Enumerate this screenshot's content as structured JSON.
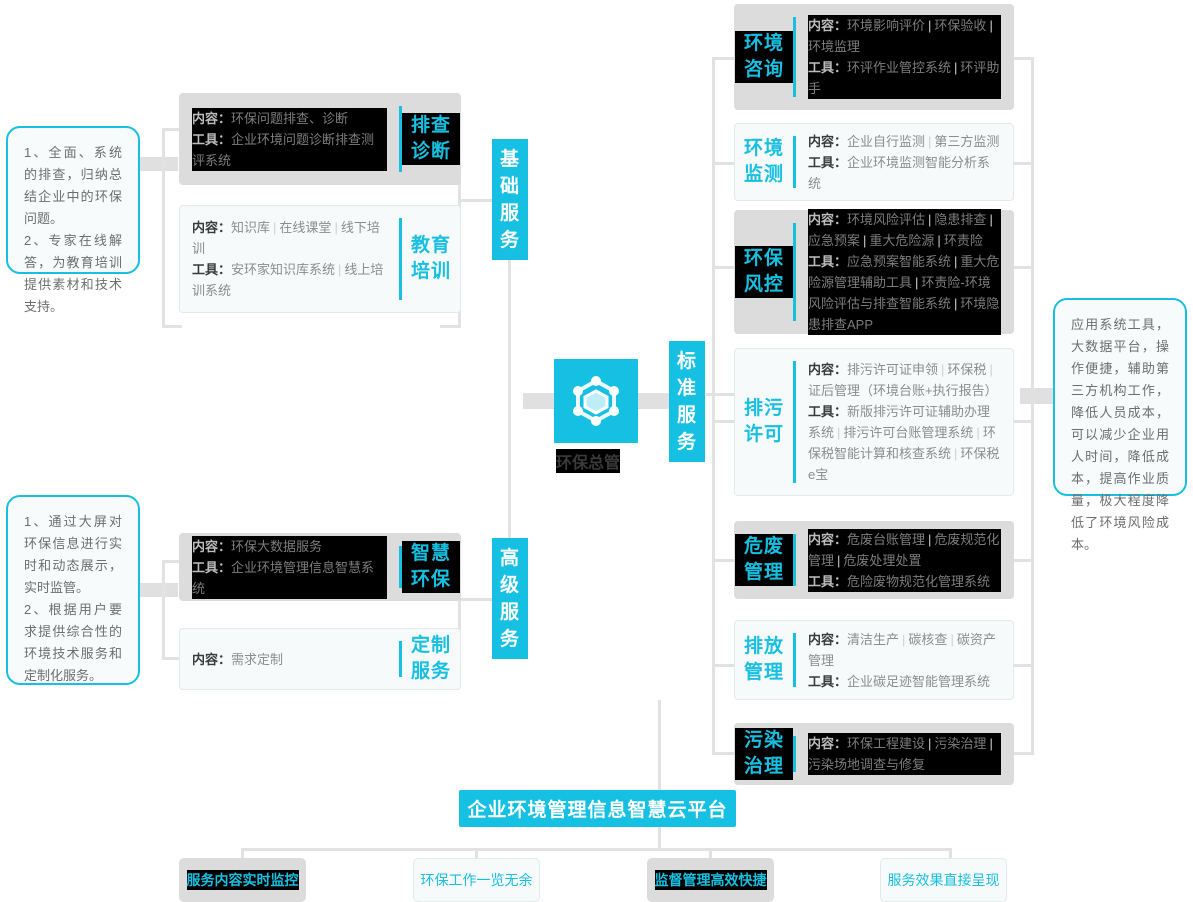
{
  "hub": {
    "icon": "hexagon-network-icon",
    "label": "环保总管",
    "accent": "#16c0e2"
  },
  "pillars": {
    "basic": "基础服务",
    "standard": "标准服务",
    "advanced": "高级服务"
  },
  "callouts": {
    "left_top": "1、全面、系统的排查，归纳总结企业中的环保问题。\n2、专家在线解答，为教育培训提供素材和技术支持。",
    "left_bottom": "1、通过大屏对环保信息进行实时和动态展示，实时监管。\n2、根据用户要求提供综合性的环境技术服务和定制化服务。",
    "right": "应用系统工具，大数据平台，操作便捷，辅助第三方机构工作，降低人员成本，可以减少企业用人时间，降低成本，提高作业质量，极大程度降低了环境风险成本。"
  },
  "left_cards": [
    {
      "label": "排查诊断",
      "selected": true,
      "lines": [
        {
          "key": "内容：",
          "items": [
            "环保问题排查、诊断"
          ]
        },
        {
          "key": "工具：",
          "items": [
            "企业环境问题诊断排查测评系统"
          ]
        }
      ]
    },
    {
      "label": "教育培训",
      "selected": false,
      "lines": [
        {
          "key": "内容：",
          "items": [
            "知识库",
            "在线课堂",
            "线下培训"
          ]
        },
        {
          "key": "工具：",
          "items": [
            "安环家知识库系统",
            "线上培训系统"
          ]
        }
      ]
    },
    {
      "label": "智慧环保",
      "selected": true,
      "lines": [
        {
          "key": "内容：",
          "items": [
            "环保大数据服务"
          ]
        },
        {
          "key": "工具：",
          "items": [
            "企业环境管理信息智慧系统"
          ]
        }
      ]
    },
    {
      "label": "定制服务",
      "selected": false,
      "lines": [
        {
          "key": "内容：",
          "items": [
            "需求定制"
          ]
        }
      ]
    }
  ],
  "right_cards": [
    {
      "label": "环境咨询",
      "selected": true,
      "lines": [
        {
          "key": "内容：",
          "items": [
            "环境影响评价",
            "环保验收",
            "环境监理"
          ]
        },
        {
          "key": "工具：",
          "items": [
            "环评作业管控系统",
            "环评助手"
          ]
        }
      ]
    },
    {
      "label": "环境监测",
      "selected": false,
      "lines": [
        {
          "key": "内容：",
          "items": [
            "企业自行监测",
            "第三方监测"
          ]
        },
        {
          "key": "工具：",
          "items": [
            "企业环境监测智能分析系统"
          ]
        }
      ]
    },
    {
      "label": "环保风控",
      "selected": true,
      "lines": [
        {
          "key": "内容：",
          "items": [
            "环境风险评估",
            "隐患排查",
            "应急预案",
            "重大危险源",
            "环责险"
          ]
        },
        {
          "key": "工具：",
          "items": [
            "应急预案智能系统",
            "重大危险源管理辅助工具",
            "环责险-环境风险评估与排查智能系统",
            "环境隐患排查APP"
          ]
        }
      ]
    },
    {
      "label": "排污许可",
      "selected": false,
      "lines": [
        {
          "key": "内容：",
          "items": [
            "排污许可证申领",
            "环保税",
            "证后管理（环境台账+执行报告）"
          ]
        },
        {
          "key": "工具：",
          "items": [
            "新版排污许可证辅助办理系统",
            "排污许可台账管理系统",
            "环保税智能计算和核查系统",
            "环保税e宝"
          ]
        }
      ]
    },
    {
      "label": "危废管理",
      "selected": true,
      "lines": [
        {
          "key": "内容：",
          "items": [
            "危废台账管理",
            "危废规范化管理",
            "危废处理处置"
          ]
        },
        {
          "key": "工具：",
          "items": [
            "危险废物规范化管理系统"
          ]
        }
      ]
    },
    {
      "label": "排放管理",
      "selected": false,
      "lines": [
        {
          "key": "内容：",
          "items": [
            "清洁生产",
            "碳核查",
            "碳资产管理"
          ]
        },
        {
          "key": "工具：",
          "items": [
            "企业碳足迹智能管理系统"
          ]
        }
      ]
    },
    {
      "label": "污染治理",
      "selected": true,
      "lines": [
        {
          "key": "内容：",
          "items": [
            "环保工程建设",
            "污染治理",
            "污染场地调查与修复"
          ]
        }
      ]
    }
  ],
  "platform": {
    "title": "企业环境管理信息智慧云平台"
  },
  "benefits": [
    {
      "text": "服务内容实时监控",
      "selected": true
    },
    {
      "text": "环保工作一览无余",
      "selected": false
    },
    {
      "text": "监督管理高效快捷",
      "selected": true
    },
    {
      "text": "服务效果直接呈现",
      "selected": false
    }
  ]
}
